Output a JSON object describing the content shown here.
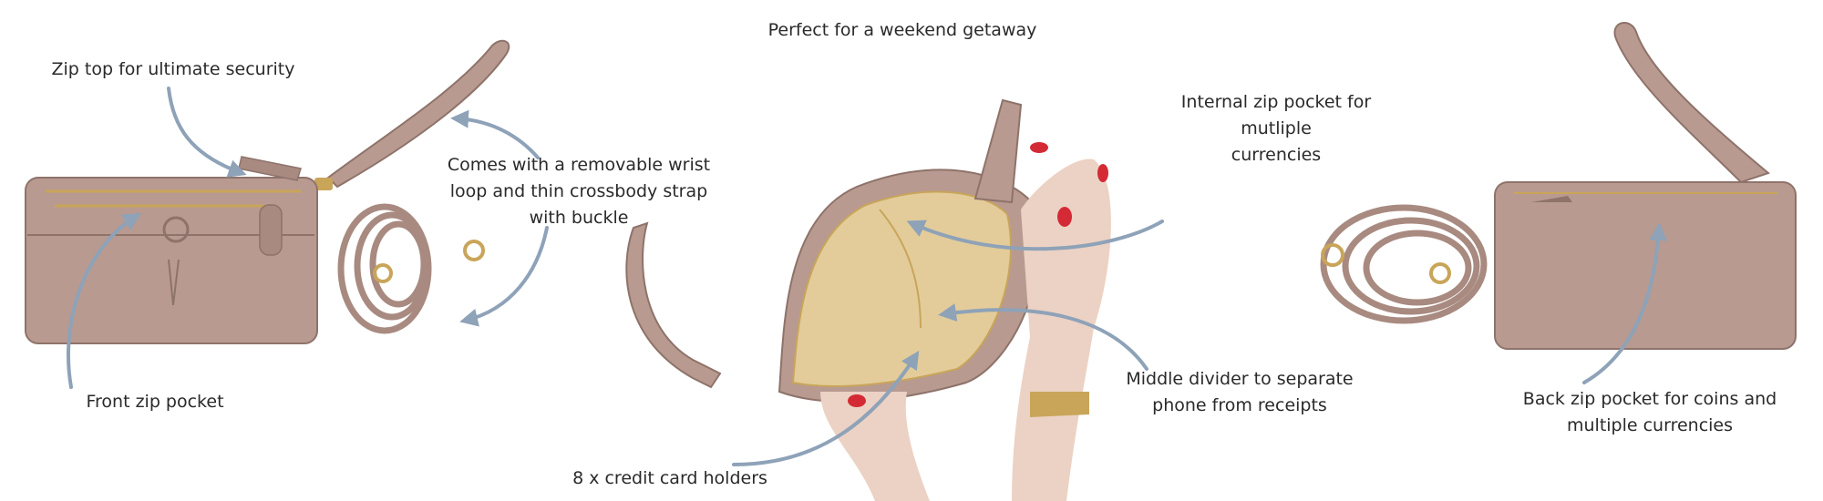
{
  "headline": "Perfect for a weekend getaway",
  "callouts": {
    "zip_top": "Zip top for ultimate security",
    "front_zip": "Front zip pocket",
    "straps": [
      "Comes with a removable wrist",
      "loop and thin crossbody strap",
      "with buckle"
    ],
    "internal_zip": [
      "Internal zip pocket for",
      "mutliple",
      "currencies"
    ],
    "middle_divider": [
      "Middle divider to separate",
      "phone from receipts"
    ],
    "card_holders": "8 x credit card holders",
    "back_zip": [
      "Back zip pocket for coins and",
      "multiple currencies"
    ]
  },
  "colors": {
    "leather": "#b89a90",
    "leather_dark": "#8e736a",
    "lining": "#e3cc9a",
    "gold": "#c9a55a",
    "arrow": "#8ea2b8",
    "skin": "#ecd2c4",
    "nail": "#d42a35"
  }
}
